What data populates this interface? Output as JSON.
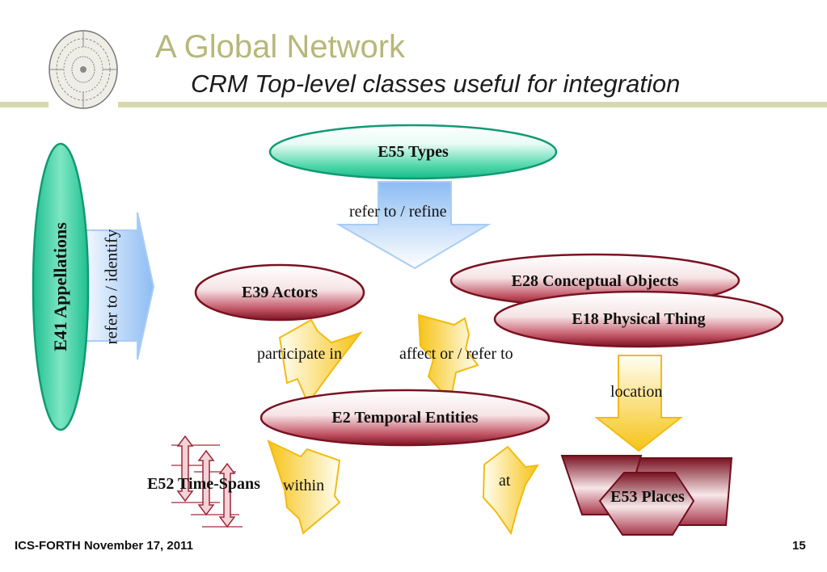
{
  "slide": {
    "title": "A Global Network",
    "subtitle": "CRM Top-level classes useful for integration",
    "footer_left": "ICS-FORTH November 17, 2011",
    "page_number": "15"
  },
  "colors": {
    "title": "#b7b77a",
    "rule": "#d8d8b0",
    "green_node": "#2ec99a",
    "red_node": "#8b1a2b",
    "yellow_arrow": "#f7c61c",
    "blue_arrow": "#a9cdf5"
  },
  "nodes": {
    "types": "E55 Types",
    "appellations": "E41 Appellations",
    "actors": "E39 Actors",
    "conceptual": "E28 Conceptual Objects",
    "physical": "E18 Physical Thing",
    "temporal": "E2 Temporal Entities",
    "timespans": "E52 Time-Spans",
    "places": "E53 Places"
  },
  "relations": {
    "refer_refine": "refer to / refine",
    "refer_identify": "refer to / identify",
    "participate": "participate in",
    "affect": "affect or / refer to",
    "location": "location",
    "within": "within",
    "at": "at"
  },
  "icons": {
    "logo": "phaistos-disc-logo",
    "timespans": "time-span-arrows-icon",
    "places": "places-shape-icon"
  }
}
